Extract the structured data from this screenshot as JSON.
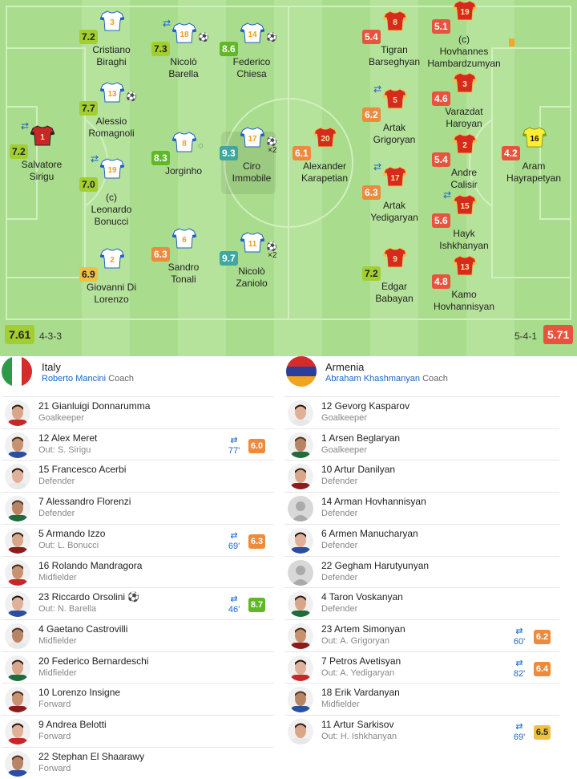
{
  "colors": {
    "pitch": "#a9dc8c",
    "stripe": "#b6e39b",
    "r_green": "#5fb828",
    "r_lime": "#a2cf2f",
    "r_teal": "#3fa6a0",
    "r_orange": "#ee8a3b",
    "r_red": "#e8533d",
    "r_yellow": "#f0c040",
    "italy_kit": "#ffffff",
    "armenia_kit": "#d52b1e",
    "gk_it": "#c62828",
    "gk_arm": "#ffee32"
  },
  "home": {
    "team_rating": "7.61",
    "formation": "4-3-3",
    "name": "Italy",
    "coach_name": "Roberto Mancini",
    "coach_label": "Coach",
    "players": [
      {
        "num": "1",
        "name1": "Salvatore",
        "name2": "Sirigu",
        "rating": "7.2",
        "rc": "r_lime",
        "kit": "gk_it",
        "sub": "⇄"
      },
      {
        "num": "3",
        "name1": "Cristiano",
        "name2": "Biraghi",
        "rating": "7.2",
        "rc": "r_lime",
        "kit": "italy_kit"
      },
      {
        "num": "13",
        "name1": "Alessio",
        "name2": "Romagnoli",
        "rating": "7.7",
        "rc": "r_lime",
        "kit": "italy_kit",
        "goal": "⚽"
      },
      {
        "num": "19",
        "name1": "Leonardo",
        "name2": "Bonucci",
        "cap": "(c)",
        "rating": "7.0",
        "rc": "r_lime",
        "kit": "italy_kit",
        "sub": "⇄"
      },
      {
        "num": "2",
        "name1": "Giovanni Di",
        "name2": "Lorenzo",
        "rating": "6.9",
        "rc": "r_yellow",
        "kit": "italy_kit"
      },
      {
        "num": "18",
        "name1": "Nicolò",
        "name2": "Barella",
        "rating": "7.3",
        "rc": "r_lime",
        "kit": "italy_kit",
        "sub": "⇄",
        "goal": "⚽"
      },
      {
        "num": "8",
        "name1": "Jorginho",
        "name2": "",
        "rating": "8.3",
        "rc": "r_green",
        "kit": "italy_kit",
        "goal": "◌"
      },
      {
        "num": "6",
        "name1": "Sandro",
        "name2": "Tonali",
        "rating": "6.3",
        "rc": "r_orange",
        "kit": "italy_kit"
      },
      {
        "num": "14",
        "name1": "Federico",
        "name2": "Chiesa",
        "rating": "8.6",
        "rc": "r_green",
        "kit": "italy_kit",
        "goal": "⚽"
      },
      {
        "num": "17",
        "name1": "Ciro",
        "name2": "Immobile",
        "rating": "9.3",
        "rc": "r_teal",
        "kit": "italy_kit",
        "goal": "⚽",
        "x2": "×2"
      },
      {
        "num": "11",
        "name1": "Nicolò",
        "name2": "Zaniolo",
        "rating": "9.7",
        "rc": "r_teal",
        "kit": "italy_kit",
        "goal": "⚽",
        "x2": "×2"
      }
    ]
  },
  "away": {
    "team_rating": "5.71",
    "formation": "5-4-1",
    "name": "Armenia",
    "coach_name": "Abraham Khashmanyan",
    "coach_label": "Coach",
    "players": [
      {
        "num": "20",
        "name1": "Alexander",
        "name2": "Karapetian",
        "rating": "6.1",
        "rc": "r_orange",
        "kit": "armenia_kit"
      },
      {
        "num": "8",
        "name1": "Tigran",
        "name2": "Barseghyan",
        "rating": "5.4",
        "rc": "r_red",
        "kit": "armenia_kit"
      },
      {
        "num": "5",
        "name1": "Artak",
        "name2": "Grigoryan",
        "rating": "6.2",
        "rc": "r_orange",
        "kit": "armenia_kit",
        "sub": "⇄"
      },
      {
        "num": "17",
        "name1": "Artak",
        "name2": "Yedigaryan",
        "rating": "6.3",
        "rc": "r_orange",
        "kit": "armenia_kit",
        "sub": "⇄"
      },
      {
        "num": "9",
        "name1": "Edgar",
        "name2": "Babayan",
        "rating": "7.2",
        "rc": "r_lime",
        "kit": "armenia_kit"
      },
      {
        "num": "19",
        "name1": "Hovhannes",
        "name2": "Hambardzumyan",
        "cap": "(c)",
        "rating": "5.1",
        "rc": "r_red",
        "kit": "armenia_kit",
        "card": "yes"
      },
      {
        "num": "3",
        "name1": "Varazdat",
        "name2": "Haroyan",
        "rating": "4.6",
        "rc": "r_red",
        "kit": "armenia_kit"
      },
      {
        "num": "2",
        "name1": "Andre",
        "name2": "Calisir",
        "rating": "5.4",
        "rc": "r_red",
        "kit": "armenia_kit"
      },
      {
        "num": "15",
        "name1": "Hayk",
        "name2": "Ishkhanyan",
        "rating": "5.6",
        "rc": "r_red",
        "kit": "armenia_kit",
        "sub": "⇄"
      },
      {
        "num": "13",
        "name1": "Kamo",
        "name2": "Hovhannisyan",
        "rating": "4.8",
        "rc": "r_red",
        "kit": "armenia_kit"
      },
      {
        "num": "16",
        "name1": "Aram",
        "name2": "Hayrapetyan",
        "rating": "4.2",
        "rc": "r_red",
        "kit": "gk_arm"
      }
    ]
  },
  "home_bench": [
    {
      "num": "21",
      "name": "Gianluigi Donnarumma",
      "sub": "Goalkeeper"
    },
    {
      "num": "12",
      "name": "Alex Meret",
      "sub": "Out: S. Sirigu",
      "min": "77'",
      "rating": "6.0",
      "rc": "r_orange"
    },
    {
      "num": "15",
      "name": "Francesco Acerbi",
      "sub": "Defender"
    },
    {
      "num": "7",
      "name": "Alessandro Florenzi",
      "sub": "Defender"
    },
    {
      "num": "5",
      "name": "Armando Izzo",
      "sub": "Out: L. Bonucci",
      "min": "69'",
      "rating": "6.3",
      "rc": "r_orange"
    },
    {
      "num": "16",
      "name": "Rolando Mandragora",
      "sub": "Midfielder"
    },
    {
      "num": "23",
      "name": "Riccardo Orsolini",
      "goal": "⚽",
      "sub": "Out: N. Barella",
      "min": "46'",
      "rating": "8.7",
      "rc": "r_green"
    },
    {
      "num": "4",
      "name": "Gaetano Castrovilli",
      "sub": "Midfielder"
    },
    {
      "num": "20",
      "name": "Federico Bernardeschi",
      "sub": "Midfielder"
    },
    {
      "num": "10",
      "name": "Lorenzo Insigne",
      "sub": "Forward"
    },
    {
      "num": "9",
      "name": "Andrea Belotti",
      "sub": "Forward"
    },
    {
      "num": "22",
      "name": "Stephan El Shaarawy",
      "sub": "Forward"
    }
  ],
  "away_bench": [
    {
      "num": "12",
      "name": "Gevorg Kasparov",
      "sub": "Goalkeeper"
    },
    {
      "num": "1",
      "name": "Arsen Beglaryan",
      "sub": "Goalkeeper"
    },
    {
      "num": "10",
      "name": "Artur Danilyan",
      "sub": "Defender"
    },
    {
      "num": "14",
      "name": "Arman Hovhannisyan",
      "sub": "Defender",
      "placeholder": true
    },
    {
      "num": "6",
      "name": "Armen Manucharyan",
      "sub": "Defender"
    },
    {
      "num": "22",
      "name": "Gegham Harutyunyan",
      "sub": "Defender",
      "placeholder": true
    },
    {
      "num": "4",
      "name": "Taron Voskanyan",
      "sub": "Defender"
    },
    {
      "num": "23",
      "name": "Artem Simonyan",
      "sub": "Out: A. Grigoryan",
      "min": "60'",
      "rating": "6.2",
      "rc": "r_orange"
    },
    {
      "num": "7",
      "name": "Petros Avetisyan",
      "sub": "Out: A. Yedigaryan",
      "min": "82'",
      "rating": "6.4",
      "rc": "r_orange"
    },
    {
      "num": "18",
      "name": "Erik Vardanyan",
      "sub": "Midfielder"
    },
    {
      "num": "11",
      "name": "Artur Sarkisov",
      "sub": "Out: H. Ishkhanyan",
      "min": "69'",
      "rating": "6.5",
      "rc": "r_yellow"
    }
  ]
}
